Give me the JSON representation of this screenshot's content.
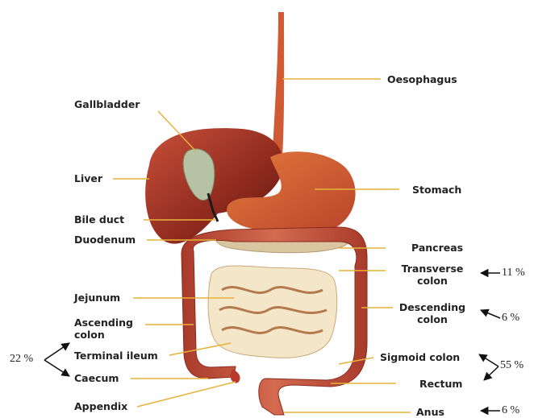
{
  "labels": {
    "oesophagus": "Oesophagus",
    "gallbladder": "Gallbladder",
    "liver": "Liver",
    "stomach": "Stomach",
    "bile_duct": "Bile duct",
    "duodenum": "Duodenum",
    "pancreas": "Pancreas",
    "transverse_colon_1": "Transverse",
    "transverse_colon_2": "colon",
    "jejunum": "Jejunum",
    "descending_colon_1": "Descending",
    "descending_colon_2": "colon",
    "ascending_colon_1": "Ascending",
    "ascending_colon_2": "colon",
    "terminal_ileum": "Terminal ileum",
    "sigmoid_colon": "Sigmoid colon",
    "caecum": "Caecum",
    "rectum": "Rectum",
    "appendix": "Appendix",
    "anus": "Anus"
  },
  "percentages": {
    "transverse": "11 %",
    "descending": "6 %",
    "sigmoid_rectum": "55 %",
    "caecum_ileum": "22 %",
    "anus": "6 %"
  },
  "colors": {
    "leader_line": "#e6b23a",
    "organ_red": "#b83a2a",
    "liver": "#8e2a1e",
    "stomach": "#d4612f",
    "colon": "#c44e3a",
    "small_intestine": "#f4e6c8",
    "gallbladder": "#b6c2a4",
    "pancreas": "#d9c6a1",
    "arrow": "#111111"
  }
}
